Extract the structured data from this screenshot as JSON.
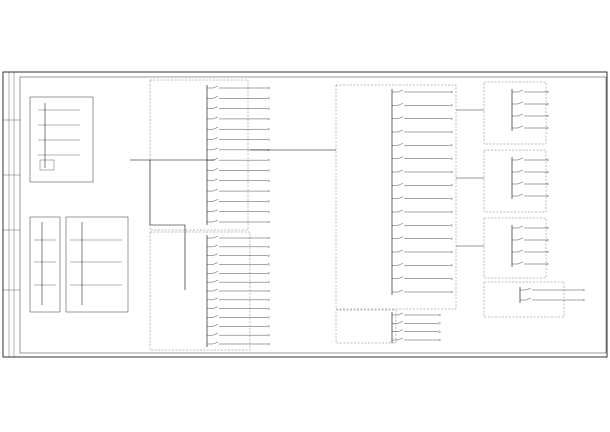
{
  "drawing": {
    "title_block_text": "",
    "colors": {
      "line": "#000000",
      "background": "#ffffff",
      "panel_dash": "#555555"
    }
  },
  "left_top_schematic": {
    "caption": ""
  },
  "left_bottom_schematic_1": {
    "caption": ""
  },
  "left_bottom_schematic_2": {
    "caption": ""
  },
  "panel_unit_upper": {
    "caption": "",
    "feeder_count": 14
  },
  "panel_unit_lower": {
    "caption": "",
    "feeder_count": 13
  },
  "panel_center_upper": {
    "caption": "",
    "feeder_count": 16
  },
  "panel_center_lower": {
    "caption": "",
    "feeder_count": 4
  },
  "panel_household_1": {
    "caption": "",
    "feeder_count": 4
  },
  "panel_household_2": {
    "caption": "",
    "feeder_count": 4
  },
  "panel_household_3": {
    "caption": "",
    "feeder_count": 4
  },
  "panel_right_bottom": {
    "caption": "",
    "feeder_count": 2
  },
  "watermark": {
    "text": ""
  }
}
